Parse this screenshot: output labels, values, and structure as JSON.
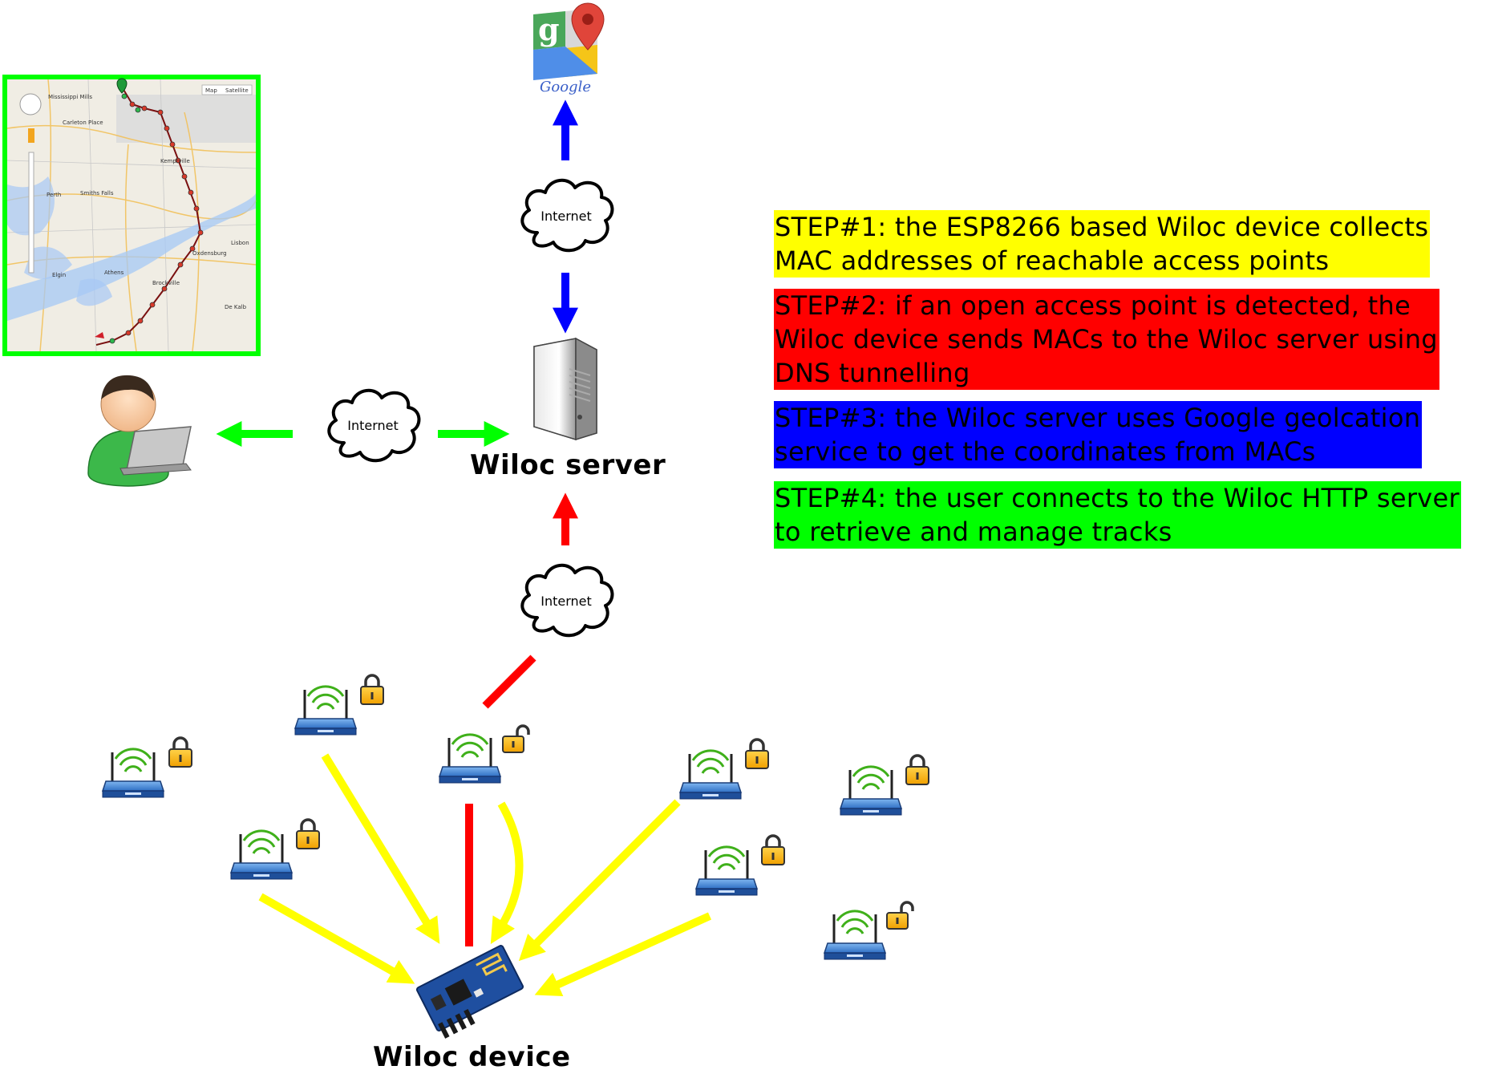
{
  "labels": {
    "server": "Wiloc server",
    "device": "Wiloc device",
    "internet": "Internet",
    "google_text": "Google",
    "google_letter": "g"
  },
  "steps": [
    {
      "text": "STEP#1: the ESP8266 based Wiloc device collects\nMAC addresses of reachable access points",
      "color": "#ffff00"
    },
    {
      "text": "STEP#2: if an open access point is detected, the\nWiloc device sends MACs to the Wiloc server using\nDNS tunnelling",
      "color": "#ff0000"
    },
    {
      "text": "STEP#3: the Wiloc server uses Google geolcation\nservice to get the coordinates from MACs",
      "color": "#0000ff"
    },
    {
      "text": "STEP#4: the user connects to the Wiloc HTTP server\nto retrieve and manage tracks",
      "color": "#00ff00"
    }
  ],
  "map": {
    "buttons": [
      "Map",
      "Satellite"
    ],
    "places": [
      "Mississippi Mills",
      "Carleton Place",
      "Kemptville",
      "Perth",
      "Smiths Falls",
      "Oxdensburg",
      "Lisbon",
      "Elgin",
      "Athens",
      "Brockville",
      "De Kalb"
    ],
    "border_color": "#00ff00"
  },
  "colors": {
    "step1_arrows": "#ffff00",
    "step2_arrows": "#ff0000",
    "step3_arrows": "#0000ff",
    "step4_arrows": "#00ff00"
  }
}
